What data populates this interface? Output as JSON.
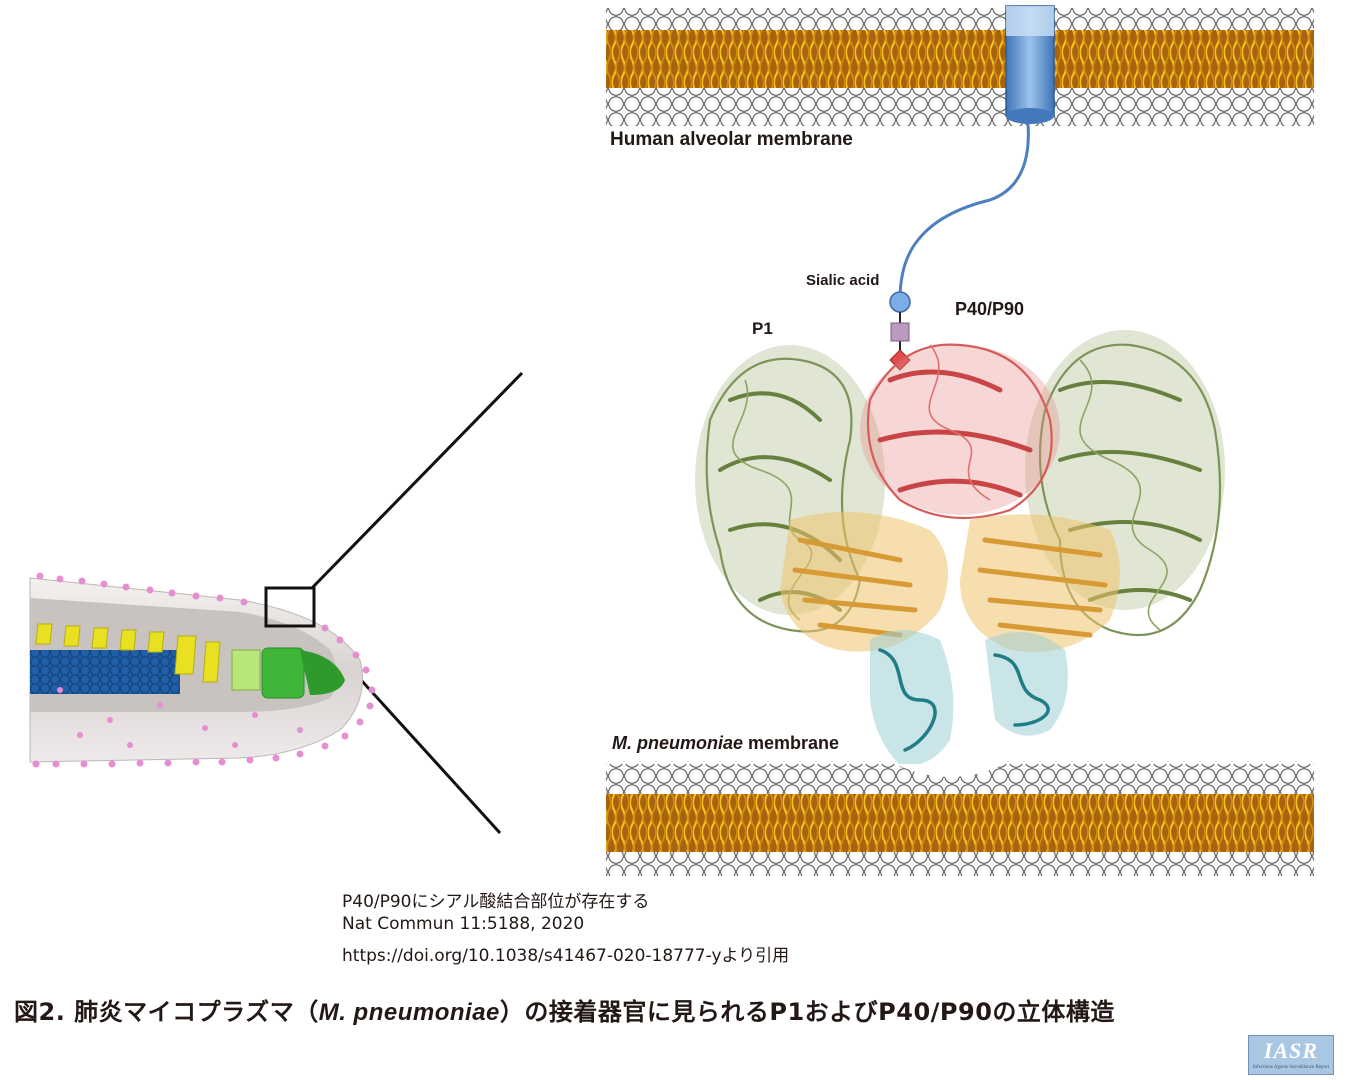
{
  "labels": {
    "membrane_top": "Human alveolar membrane",
    "sialic_acid": "Sialic acid",
    "p1": "P1",
    "p40_p90": "P40/P90",
    "membrane_bottom_species": "M. pneumoniae",
    "membrane_bottom_word": " membrane"
  },
  "caption": {
    "line1": "P40/P90にシアル酸結合部位が存在する",
    "line2": "Nat Commun 11:5188, 2020",
    "line3": "https://doi.org/10.1038/s41467-020-18777-yより引用"
  },
  "title": {
    "prefix": "図2. 肺炎マイコプラズマ（",
    "species": "M. pneumoniae",
    "suffix": "）の接着器官に見られるP1およびP40/P90の立体構造"
  },
  "logo": {
    "text": "IASR",
    "subtext": "Infectious Agents Surveillance Report"
  },
  "colors": {
    "lipid_tail": "#c8881a",
    "lipid_head": "#ffffff",
    "p1_protein": "#8fa66a",
    "p40_p90_protein": "#e07070",
    "p40_p90_beta": "#e8b55a",
    "anchor_domain": "#2a8a94",
    "receptor": "#5e92cf",
    "cell_body": "#e8e4e2",
    "surface_dots": "#e58fd2",
    "cytoskeleton_blue": "#1f5fa8",
    "cytoskeleton_yellow": "#e8e020",
    "cytoskeleton_green": "#3fb53a"
  }
}
